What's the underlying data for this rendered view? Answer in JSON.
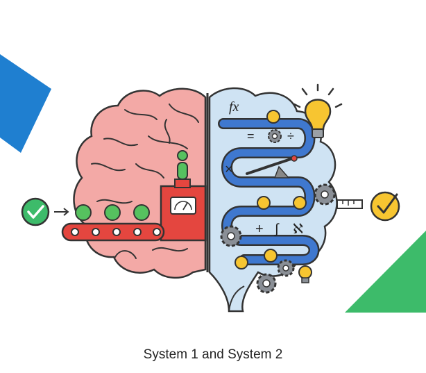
{
  "caption": "System 1 and System 2",
  "formula_text": "fx",
  "equation_symbols": [
    "=",
    "÷",
    "×",
    "+",
    "∫",
    "ℵ"
  ],
  "colors": {
    "blue_accent": "#1f7fd0",
    "green_accent": "#3dbb6a",
    "left_brain": "#f3a9a6",
    "right_brain": "#cfe3f3",
    "machine_red": "#e4463f",
    "circle_green": "#56c15f",
    "gold": "#f7c531",
    "pipe_blue": "#3f78cf"
  },
  "icons": [
    "check-circle-icon",
    "arrow-icon",
    "gauge-icon",
    "gear-icon",
    "lightbulb-icon",
    "ruler-icon"
  ]
}
